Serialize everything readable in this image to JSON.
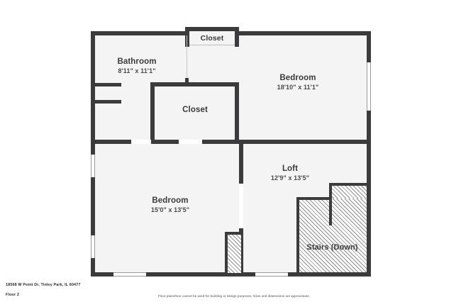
{
  "document": {
    "type": "floor-plan",
    "address": "18568 W Point Dr, Tinley Park, IL 60477",
    "floor_label": "Floor 2",
    "disclaimer": "Floor plans/tour cannot be used for building or design purposes. Sizes and dimensions are approximate."
  },
  "colors": {
    "wall": "#3b3b3d",
    "floor": "#f4f4f4",
    "background": "#ffffff",
    "text": "#3a3a3c",
    "hatch_line": "#8d8d8f",
    "window_line": "#9a9a9c"
  },
  "rooms": [
    {
      "id": "bathroom",
      "name": "Bathroom",
      "dims": "8'11\" x 11'1\""
    },
    {
      "id": "closet-top",
      "name": "Closet",
      "dims": ""
    },
    {
      "id": "bedroom-upper",
      "name": "Bedroom",
      "dims": "18'10\" x 11'1\""
    },
    {
      "id": "closet-center",
      "name": "Closet",
      "dims": ""
    },
    {
      "id": "bedroom-lower",
      "name": "Bedroom",
      "dims": "15'0\" x 13'5\""
    },
    {
      "id": "loft",
      "name": "Loft",
      "dims": "12'9\" x 13'5\""
    },
    {
      "id": "stairs",
      "name": "Stairs (Down)",
      "dims": ""
    }
  ]
}
